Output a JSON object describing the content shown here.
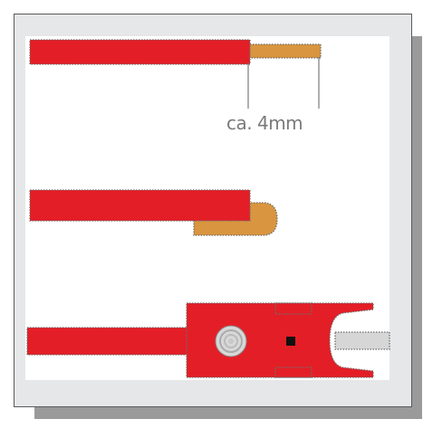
{
  "steps": [
    {
      "id": "strip-insulation",
      "dimension_label": "ca. 4mm"
    },
    {
      "id": "fold-conductor"
    },
    {
      "id": "insert-into-terminal"
    }
  ],
  "colors": {
    "insulation": "#e41e26",
    "copper": "#d9953f",
    "terminal_body": "#e41e26",
    "pin": "#d6d6d6",
    "screw": "#d8d8d8",
    "frame_background": "#e6e7e8",
    "shadow": "#9a9a9a",
    "dimension_text": "#7a7a7a",
    "dotted_outline": "#6d6d6d"
  }
}
